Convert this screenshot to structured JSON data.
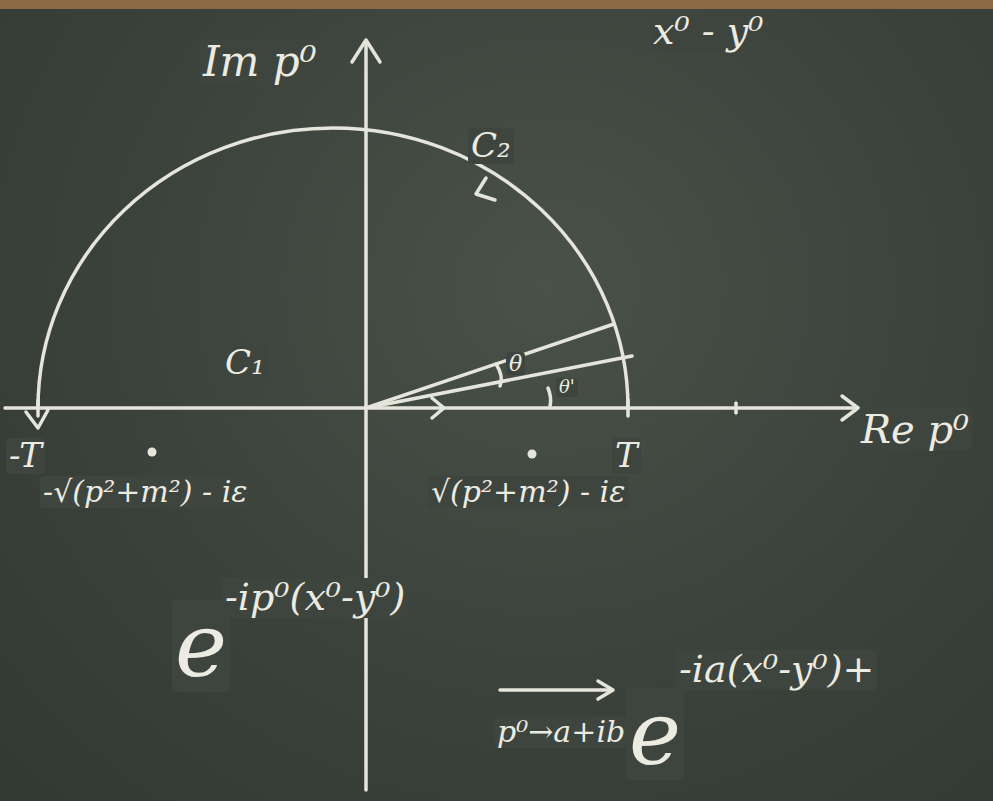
{
  "diagram": {
    "labels": [
      "Im p⁰",
      "x⁰ - y⁰",
      "C₂",
      "C₁",
      "θ",
      "θ'",
      "-T",
      "T",
      "-√(p²+m²) - iε",
      "√(p²+m²) - iε",
      "Re p⁰",
      "e",
      "-ip⁰(x⁰-y⁰)",
      "p⁰→a+ib",
      "e",
      "-ia(x⁰-y⁰)+"
    ]
  }
}
